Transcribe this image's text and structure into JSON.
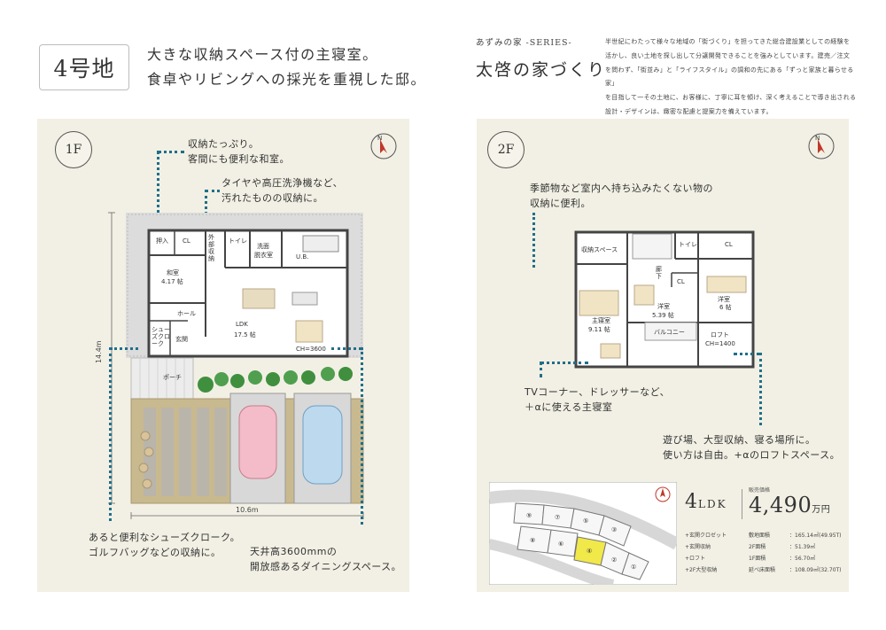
{
  "header": {
    "plot_label": "4号地",
    "headline_line1": "大きな収納スペース付の主寝室。",
    "headline_line2": "食卓やリビングへの採光を重視した邸。"
  },
  "series": {
    "eyebrow": "あずみの家 ‑SERIES‑",
    "title": "太啓の家づくり",
    "intro": [
      "半世紀にわたって様々な地域の「街づくり」を担ってきた総合建設業としての経験を",
      "活かし、良い土地を探し出して分譲開発できることを強みとしています。建売／注文",
      "を問わず、「街並み」と「ライフスタイル」の調和の先にある「ずっと家族と暮らせる家」",
      "を目指して一その土地に、お客様に、丁寧に耳を傾け、深く考えることで導き出される",
      "設計・デザインは、緻密な配慮と提案力を備えています。"
    ]
  },
  "floor1": {
    "badge": "1F",
    "notes": {
      "washitsu": [
        "収納たっぷり。",
        "客間にも便利な和室。"
      ],
      "outdoor_storage": [
        "タイヤや高圧洗浄機など、",
        "汚れたものの収納に。"
      ],
      "shoes_closet": [
        "あると便利なシューズクローク。",
        "ゴルフバッグなどの収納に。"
      ],
      "ceiling": [
        "天井高3600mmの",
        "開放感あるダイニングスペース。"
      ]
    },
    "rooms": {
      "oshiire": "押入",
      "cl": "CL",
      "gaibu_1": "外",
      "gaibu_2": "部",
      "gaibu_3": "収",
      "gaibu_4": "納",
      "toilet": "トイレ",
      "senmen_1": "洗面",
      "senmen_2": "脱衣室",
      "ub": "U.B.",
      "washitsu_1": "和室",
      "washitsu_2": "4.17 帖",
      "hall": "ホール",
      "ldk_1": "LDK",
      "ldk_2": "17.5 帖",
      "shoes_1": "シュー",
      "shoes_2": "ズクロ",
      "shoes_3": "ーク",
      "genkan": "玄関",
      "ch": "CH=3600",
      "porch": "ポーチ"
    },
    "dims": {
      "depth": "14.4m",
      "width": "10.6m"
    }
  },
  "floor2": {
    "badge": "2F",
    "notes": {
      "storage": [
        "季節物など室内へ持ち込みたくない物の",
        "収納に便利。"
      ],
      "master": [
        "TVコーナー、ドレッサーなど、",
        "＋αに使える主寝室"
      ],
      "loft": [
        "遊び場、大型収納、寝る場所に。",
        "使い方は自由。+αのロフトスペース。"
      ]
    },
    "rooms": {
      "storage": "収納スペース",
      "rouka_1": "廊",
      "rouka_2": "下",
      "toilet": "トイレ",
      "cl": "CL",
      "cl2": "CL",
      "youshitsu_a_1": "洋室",
      "youshitsu_a_2": "6 帖",
      "master_1": "主寝室",
      "master_2": "9.11 帖",
      "youshitsu_b_1": "洋室",
      "youshitsu_b_2": "5.39 帖",
      "loft_1": "ロフト",
      "loft_2": "CH=1400",
      "balcony": "バルコニー"
    }
  },
  "site_map": {
    "lots": [
      "⑨",
      "⑦",
      "⑤",
      "③",
      "⑧",
      "⑥",
      "④",
      "②",
      "①"
    ],
    "highlight_lot": "④"
  },
  "price_card": {
    "ldk_number": "4",
    "ldk_unit": "LDK",
    "price_caption": "販売価格",
    "price_number": "4,490",
    "price_unit": "万円",
    "features": [
      "+玄関クロゼット",
      "+玄関収納",
      "+ロフト",
      "+2F大型収納"
    ],
    "specs": [
      {
        "label": "敷地面積",
        "value": "：165.14㎡(49.95T)"
      },
      {
        "label": "2F面積",
        "value": "：51.39㎡"
      },
      {
        "label": "1F面積",
        "value": "：56.70㎡"
      },
      {
        "label": "延べ床面積",
        "value": "：108.09㎡(32.70T)"
      }
    ]
  },
  "colors": {
    "panel": "#f2f0e4",
    "leader": "#1f6f8b",
    "compass_red": "#c0392b",
    "highlight": "#f1e84a"
  }
}
